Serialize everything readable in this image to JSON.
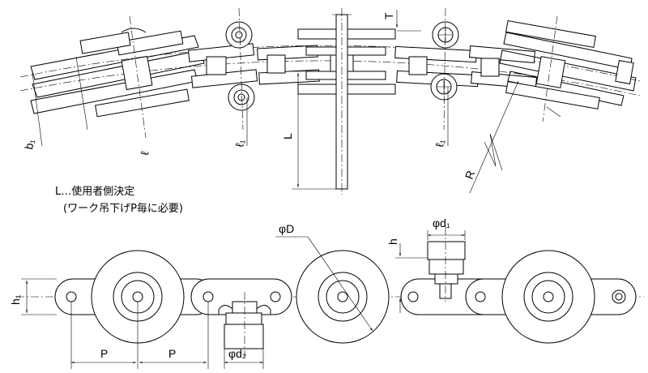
{
  "labels": {
    "b1": "b₁",
    "l": "ℓ",
    "l1_left": "ℓ₁",
    "l1_right": "ℓ₁",
    "L": "L",
    "R": "R",
    "T": "T",
    "h": "h",
    "h1": "h₁",
    "phiD": "φD",
    "phid1": "φd₁",
    "phid2": "φd₂",
    "P1": "P",
    "P2": "P"
  },
  "note": {
    "line1": "L…使用者側決定",
    "line2": "(ワーク吊下げP毎に必要)"
  }
}
